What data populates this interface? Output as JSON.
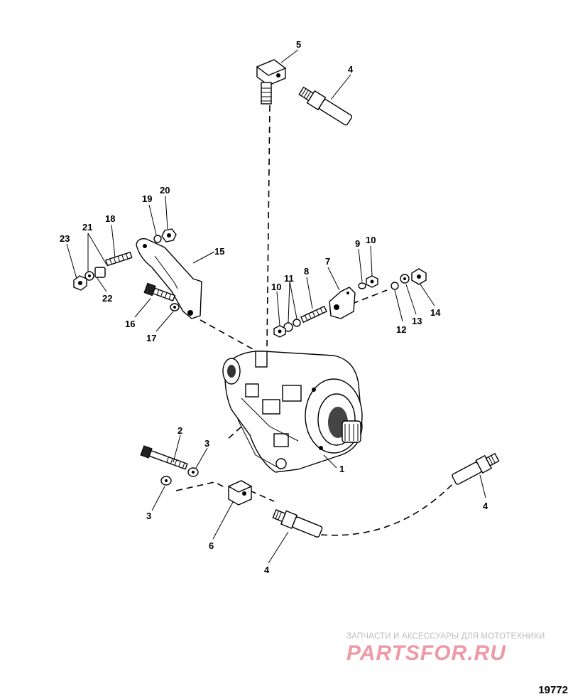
{
  "callouts": {
    "c1": "1",
    "c2": "2",
    "c3a": "3",
    "c3b": "3",
    "c4a": "4",
    "c4b": "4",
    "c4c": "4",
    "c5": "5",
    "c6": "6",
    "c7": "7",
    "c8": "8",
    "c9": "9",
    "c10a": "10",
    "c10b": "10",
    "c11": "11",
    "c12": "12",
    "c13": "13",
    "c14": "14",
    "c15": "15",
    "c16": "16",
    "c17": "17",
    "c18": "18",
    "c19": "19",
    "c20": "20",
    "c21": "21",
    "c22": "22",
    "c23": "23"
  },
  "watermark": {
    "tagline": "ЗАПЧАСТИ И АКСЕССУАРЫ ДЛЯ МОТОТЕХНИКИ",
    "logo": "PARTSFOR.RU"
  },
  "drawing_number": "19772"
}
